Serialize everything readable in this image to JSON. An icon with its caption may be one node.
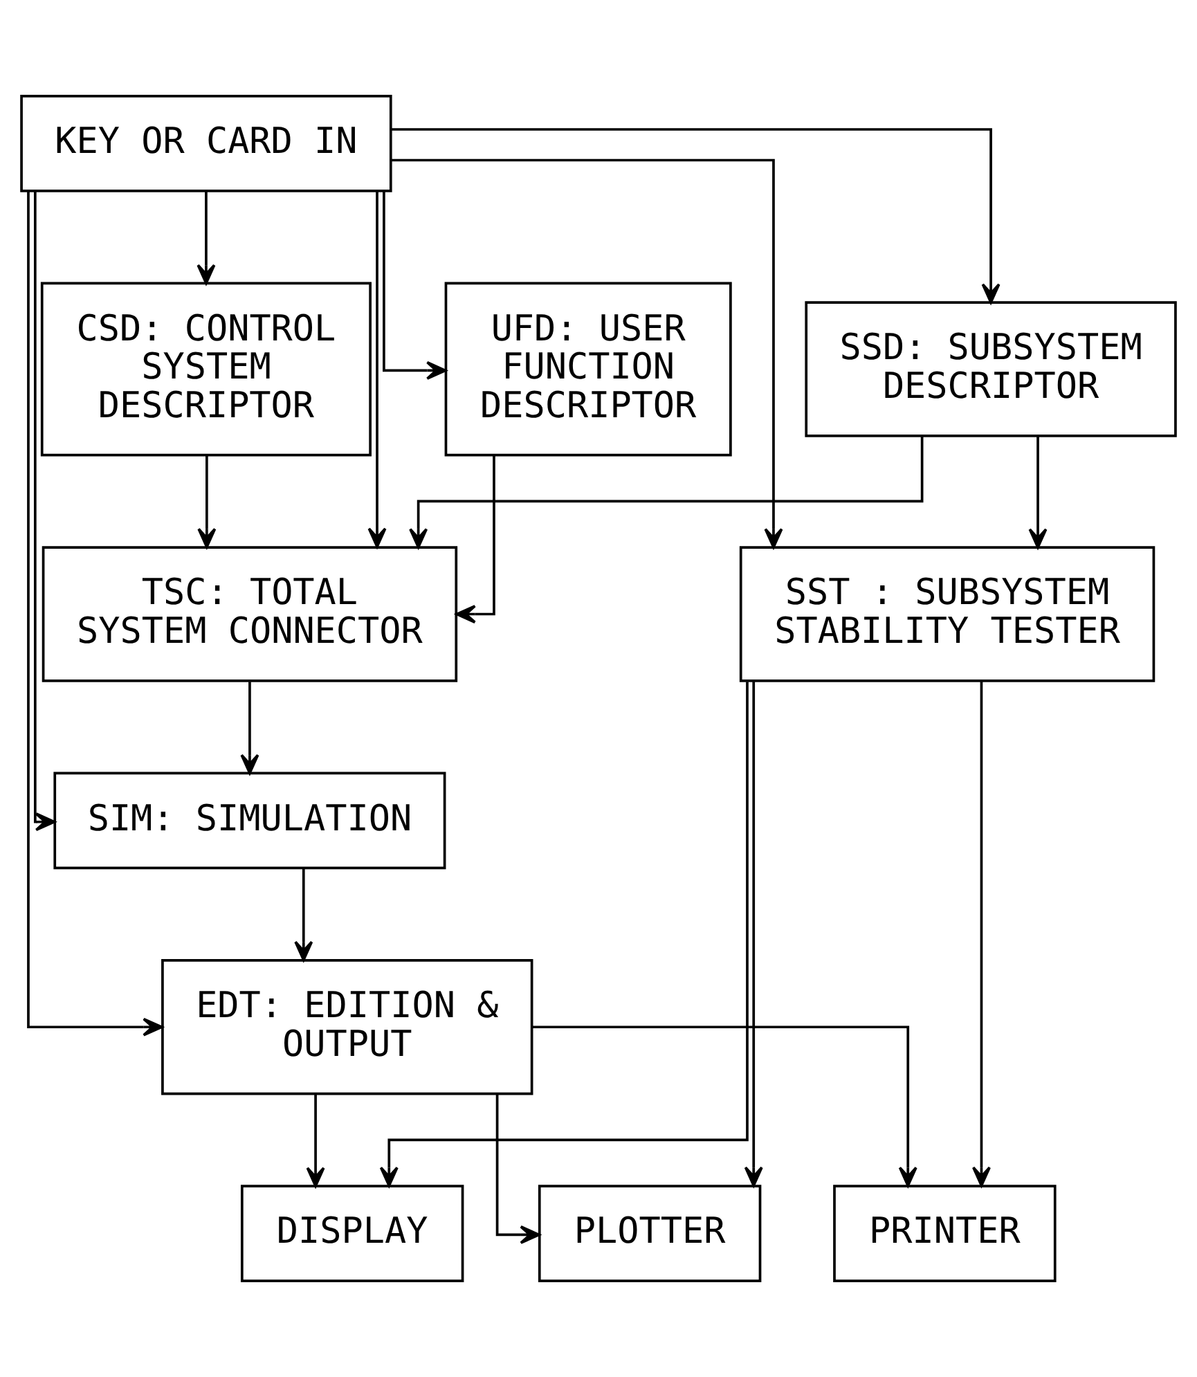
{
  "diagram": {
    "nodes": [
      {
        "text": [
          "KEY OR CARD IN"
        ]
      },
      {
        "text": [
          "SSD: SUBSYSTEM DESCRIPTOR"
        ]
      },
      {
        "text": [
          "CSD: CONTROL SYSTEM DESCRIPTOR"
        ]
      },
      {
        "text": [
          "UFD: USER FUNCTION DESCRIPTOR"
        ]
      },
      {
        "text": [
          "SST : SUBSYSTEM STABILITY TESTER"
        ]
      },
      {
        "text": [
          "TSC: TOTAL SYSTEM CONNECTOR"
        ]
      },
      {
        "text": [
          "SIM: SIMULATION"
        ]
      },
      {
        "text": [
          "EDT: EDITION & OUTPUT"
        ]
      },
      {
        "text": [
          "PRINTER"
        ]
      },
      {
        "text": [
          "DISPLAY"
        ]
      },
      {
        "text": [
          "PLOTTER"
        ]
      }
    ],
    "edges": [
      {
        "from": 0,
        "to": 1,
        "arrow": "to"
      },
      {
        "from": 0,
        "to": 2,
        "arrow": "to"
      },
      {
        "from": 0,
        "to": 3,
        "arrow": "to"
      },
      {
        "from": 0,
        "to": 4,
        "arrow": "to"
      },
      {
        "from": 0,
        "to": 5,
        "arrow": "to"
      },
      {
        "from": 0,
        "to": 6,
        "arrow": "to"
      },
      {
        "from": 0,
        "to": 7,
        "arrow": "to"
      },
      {
        "from": 1,
        "to": 4,
        "arrow": "to"
      },
      {
        "from": 1,
        "to": 5,
        "arrow": "to"
      },
      {
        "from": 2,
        "to": 5,
        "arrow": "to"
      },
      {
        "from": 3,
        "to": 5,
        "arrow": "to"
      },
      {
        "from": 5,
        "to": 6,
        "arrow": "to"
      },
      {
        "from": 6,
        "to": 7,
        "arrow": "to"
      },
      {
        "from": 7,
        "to": 8,
        "arrow": "to"
      },
      {
        "from": 7,
        "to": 9,
        "arrow": "to"
      },
      {
        "from": 7,
        "to": 10,
        "arrow": "to"
      },
      {
        "from": 4,
        "to": 8,
        "arrow": "to"
      },
      {
        "from": 4,
        "to": 9,
        "arrow": "to"
      },
      {
        "from": 4,
        "to": 10,
        "arrow": "to"
      }
    ]
  }
}
